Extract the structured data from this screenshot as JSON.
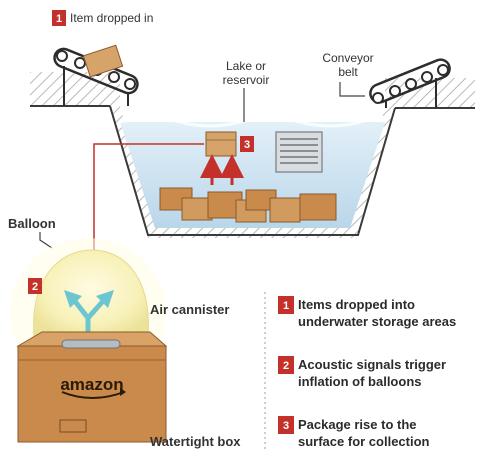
{
  "labels": {
    "step1": "Item dropped in",
    "lake_line1": "Lake or",
    "lake_line2": "reservoir",
    "conveyor_line1": "Conveyor",
    "conveyor_line2": "belt",
    "balloon": "Balloon",
    "air_canister": "Air cannister",
    "watertight_box": "Watertight box",
    "box_brand": "amazon"
  },
  "badges": [
    "1",
    "2",
    "3"
  ],
  "legend": [
    {
      "number": "1",
      "line1": "Items dropped into",
      "line2": "underwater storage areas"
    },
    {
      "number": "2",
      "line1": "Acoustic signals trigger",
      "line2": "inflation of balloons"
    },
    {
      "number": "3",
      "line1": "Package rise to the",
      "line2": "surface for collection"
    }
  ],
  "colors": {
    "badge_red": "#c4312b",
    "water": "#cfe4f1",
    "box_brown": "#c98a4c",
    "balloon_yellow": "#f6f0b0",
    "arrow_teal": "#6cc6cf"
  }
}
